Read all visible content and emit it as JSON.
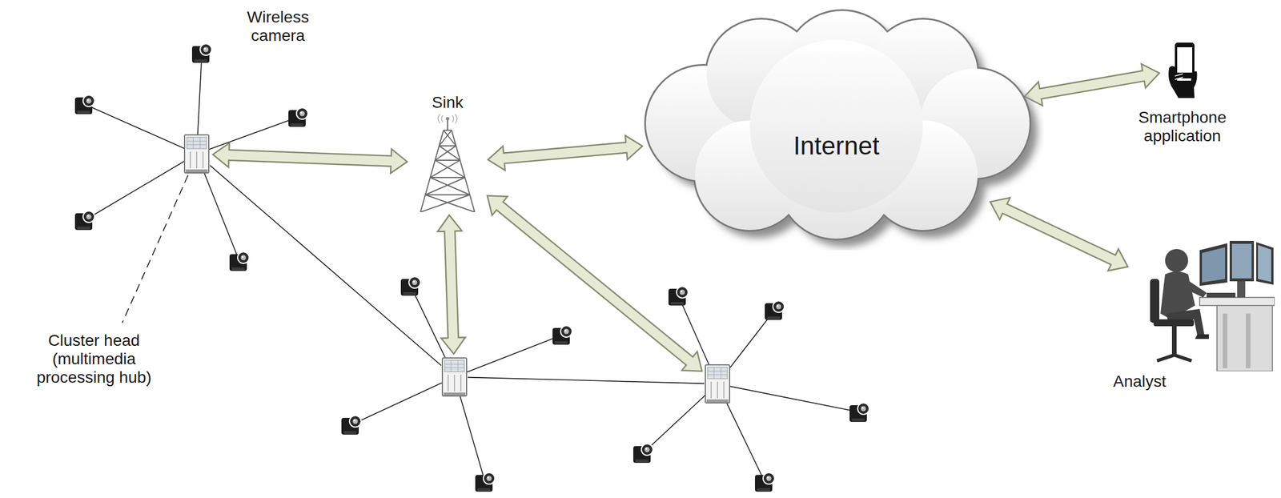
{
  "diagram": {
    "nodes": [
      {
        "text": []
      },
      {
        "text": [
          "Sink"
        ]
      },
      {
        "text": [
          "Internet"
        ]
      },
      {
        "text": [
          "Smartphone application"
        ]
      },
      {
        "text": [
          "Analyst"
        ]
      },
      {
        "text": []
      },
      {
        "text": []
      }
    ],
    "edges": [
      {
        "from": 0,
        "to": 1,
        "arrow": "both"
      },
      {
        "from": 1,
        "to": 2,
        "arrow": "both"
      },
      {
        "from": 2,
        "to": 3,
        "arrow": "both"
      },
      {
        "from": 2,
        "to": 4,
        "arrow": "both"
      },
      {
        "from": 1,
        "to": 5,
        "arrow": "both"
      },
      {
        "from": 1,
        "to": 6,
        "arrow": "both"
      },
      {
        "from": 0,
        "to": 5,
        "arrow": "none"
      },
      {
        "from": 5,
        "to": 6,
        "arrow": "none"
      }
    ],
    "labels": [
      "Wireless camera",
      "Cluster head (multimedia processing hub)"
    ]
  }
}
